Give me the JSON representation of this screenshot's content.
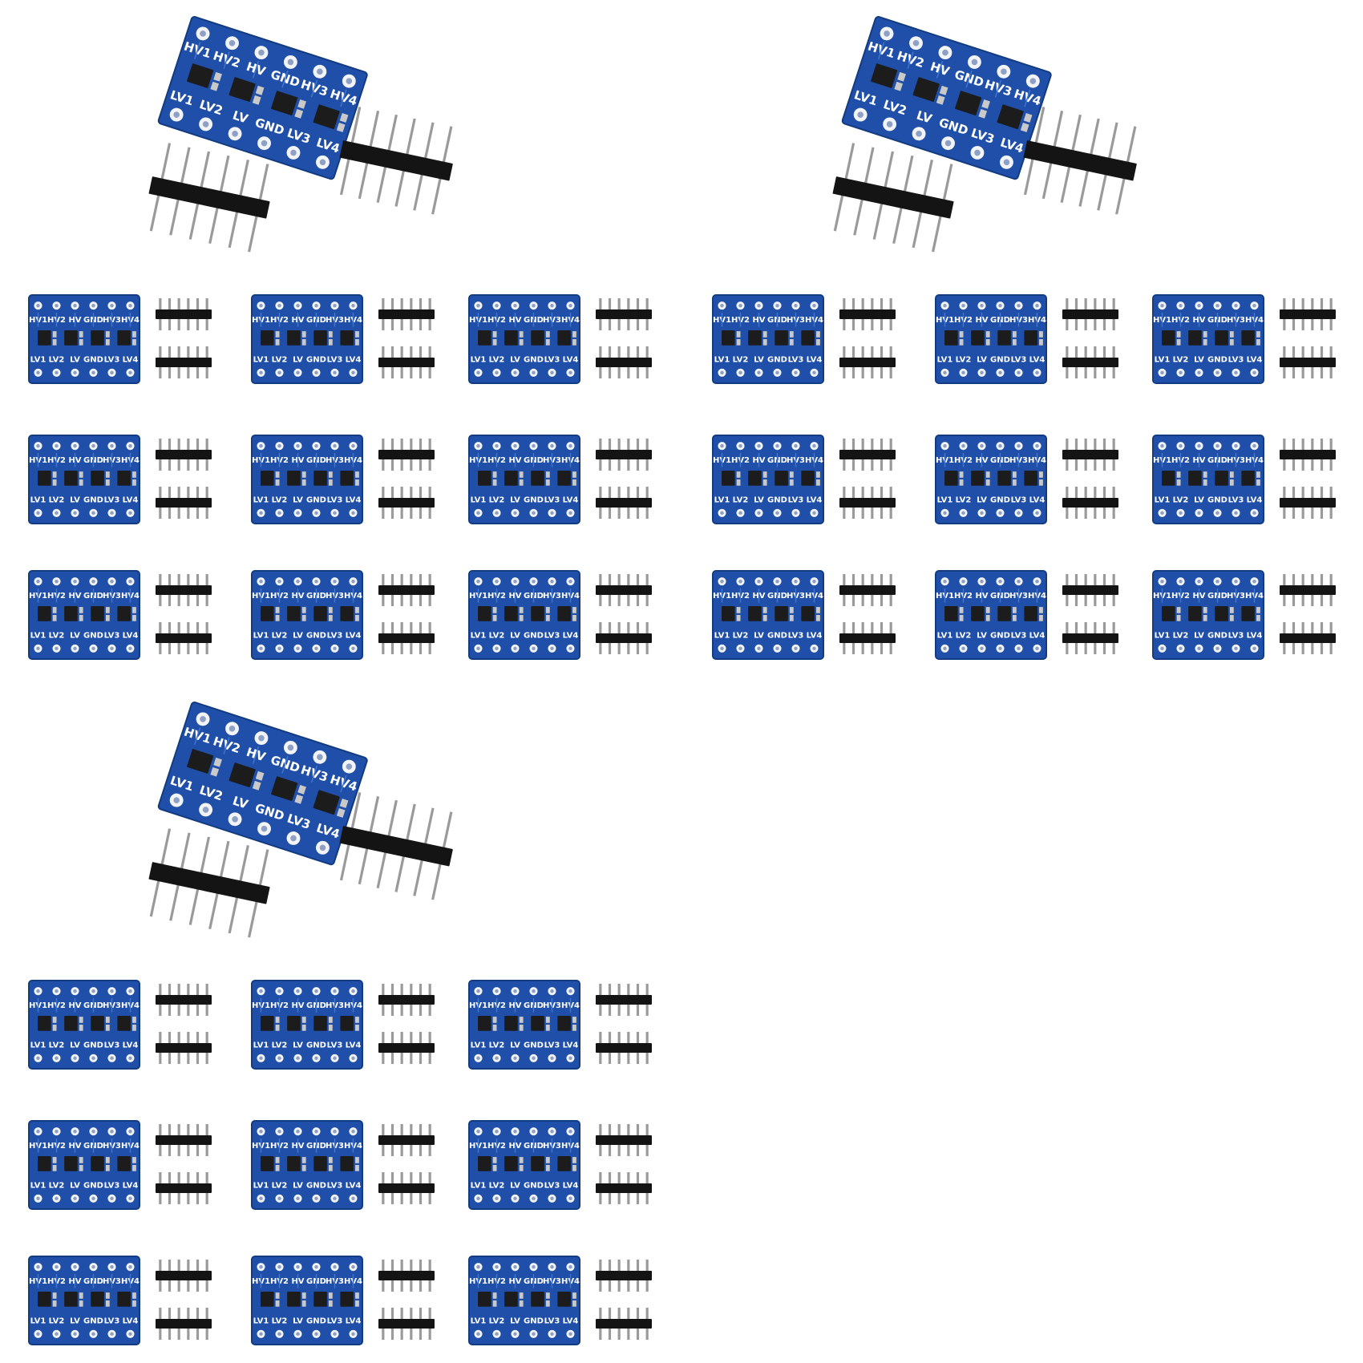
{
  "image": {
    "subject": "4-channel logic level converter modules with pin headers",
    "board": {
      "top_labels": [
        "HV1",
        "HV2",
        "HV",
        "GND",
        "HV3",
        "HV4"
      ],
      "bottom_labels": [
        "LV1",
        "LV2",
        "LV",
        "GND",
        "LV3",
        "LV4"
      ],
      "pins_per_header": 6,
      "colors": {
        "pcb": "#1f4fa8",
        "pcb_edge": "#123b80",
        "pad": "#f2f4f8",
        "pad_hole": "#8ea0c4",
        "chip": "#1c1c1c",
        "header_plastic": "#141414",
        "pin_metal": "#9a9a9a"
      }
    },
    "groups": 3,
    "large_modules_per_group": 1,
    "small_modules_per_group": 9
  }
}
